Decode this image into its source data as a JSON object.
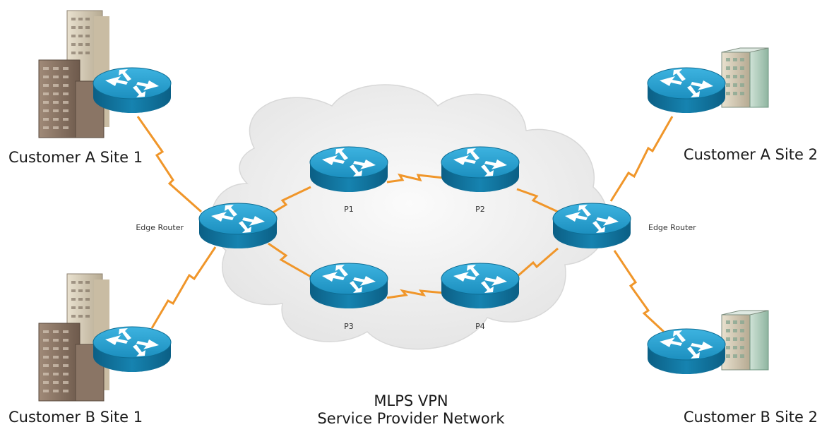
{
  "sites": {
    "a1": "Customer A Site 1",
    "b1": "Customer B Site 1",
    "a2": "Customer A Site 2",
    "b2": "Customer B Site 2"
  },
  "routers": {
    "edge_left": "Edge Router",
    "edge_right": "Edge Router",
    "p1": "P1",
    "p2": "P2",
    "p3": "P3",
    "p4": "P4"
  },
  "network": {
    "line1": "MLPS VPN",
    "line2": "Service Provider Network"
  },
  "colors": {
    "router_top": "#2aa0cf",
    "router_side": "#0f6f97",
    "link": "#f0962a",
    "cloud": "#f1f1f1"
  }
}
